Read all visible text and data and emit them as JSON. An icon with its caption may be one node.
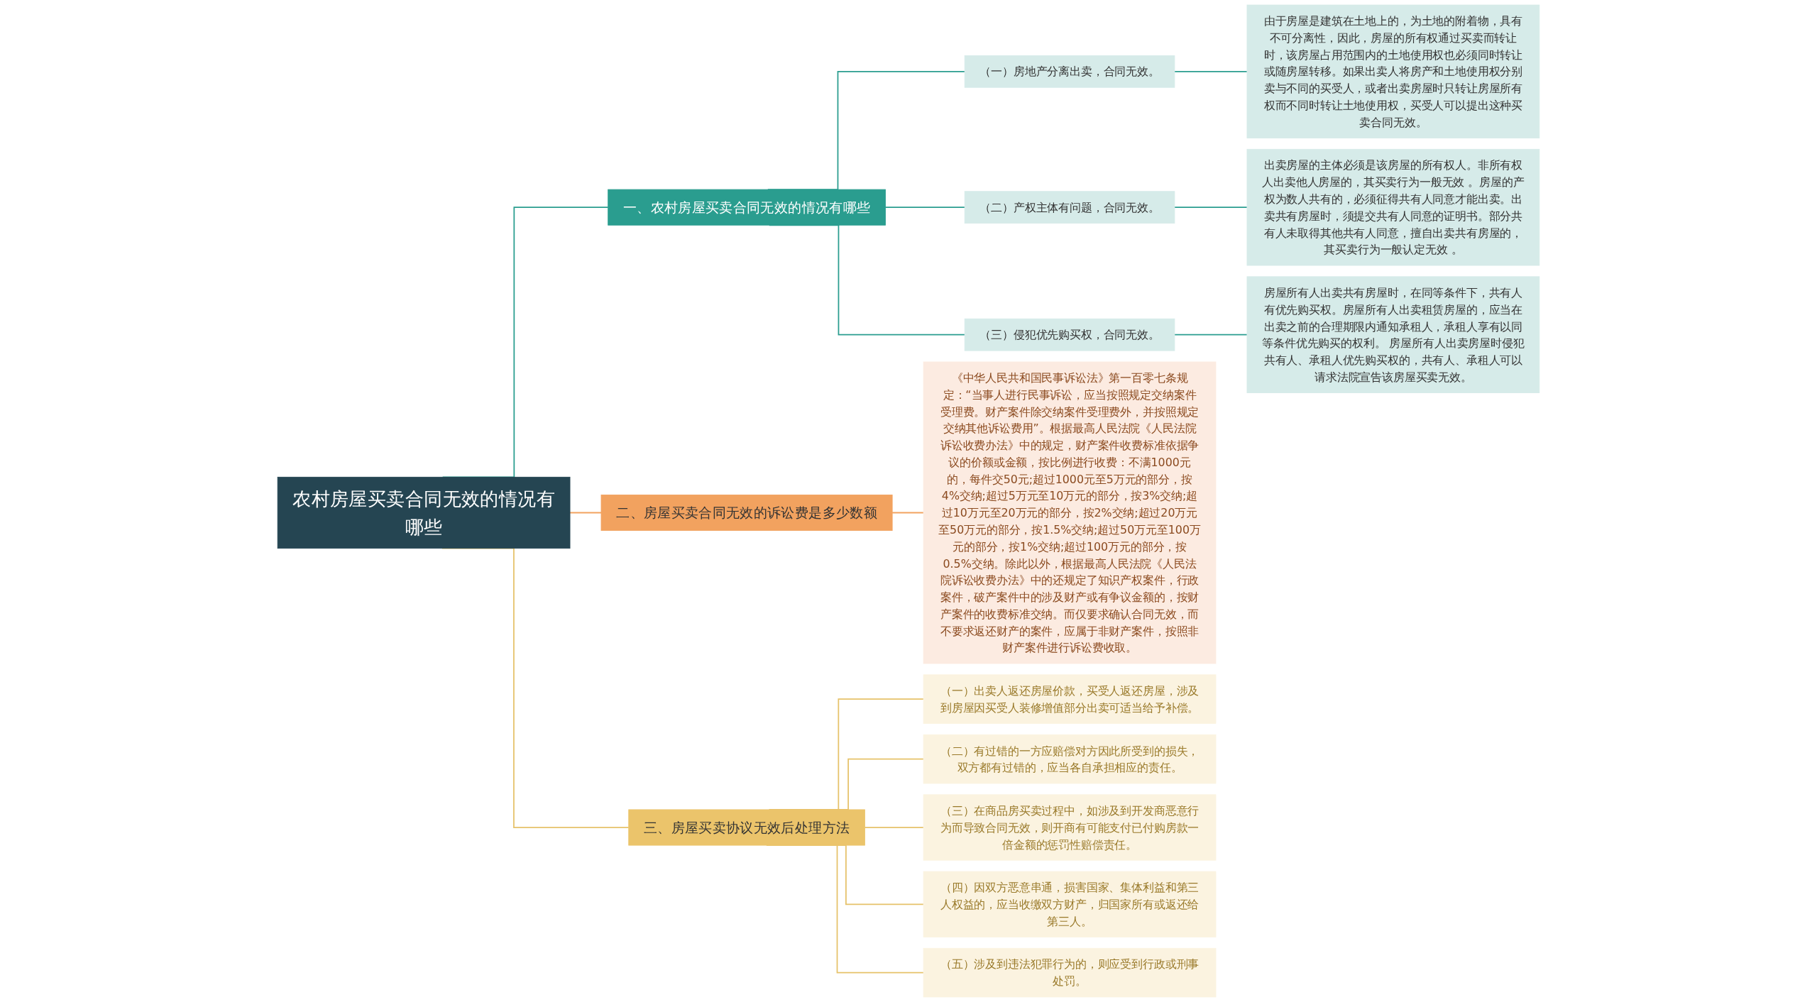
{
  "diagram": {
    "nodes": [
      {
        "text": [
          "农村房屋买卖合同无效的情况有哪些"
        ]
      },
      {
        "text": [
          "一、农村房屋买卖合同无效的情况有哪些"
        ]
      },
      {
        "text": [
          "（一）房地产分离出卖，合同无效。"
        ]
      },
      {
        "text": [
          "由于房屋是建筑在土地上的，为土地的附着物，具有不可分离性，因此，房屋的所有权通过买卖而转让时，该房屋占用范围内的土地使用权也必须同时转让或随房屋转移。如果出卖人将房产和土地使用权分别卖与不同的买受人，或者出卖房屋时只转让房屋所有权而不同时转让土地使用权，买受人可以提出这种买卖合同无效。"
        ]
      },
      {
        "text": [
          "（二）产权主体有问题，合同无效。"
        ]
      },
      {
        "text": [
          "出卖房屋的主体必须是该房屋的所有权人。非所有权人出卖他人房屋的，其买卖行为一般无效 。房屋的产权为数人共有的，必须征得共有人同意才能出卖。出卖共有房屋时，须提交共有人同意的证明书。部分共有人未取得其他共有人同意，擅自出卖共有房屋的，其买卖行为一般认定无效 。"
        ]
      },
      {
        "text": [
          "（三）侵犯优先购买权，合同无效。"
        ]
      },
      {
        "text": [
          "房屋所有人出卖共有房屋时，在同等条件下，共有人有优先购买权。房屋所有人出卖租赁房屋的，应当在出卖之前的合理期限内通知承租人，承租人享有以同等条件优先购买的权利。 房屋所有人出卖房屋时侵犯共有人、承租人优先购买权的，共有人、承租人可以请求法院宣告该房屋买卖无效。"
        ]
      },
      {
        "text": [
          "二、房屋买卖合同无效的诉讼费是多少数额"
        ]
      },
      {
        "text": [
          "《中华人民共和国民事诉讼法》第一百零七条规定：“当事人进行民事诉讼，应当按照规定交纳案件受理费。财产案件除交纳案件受理费外，并按照规定交纳其他诉讼费用”。根据最高人民法院《人民法院诉讼收费办法》中的规定，财产案件收费标准依据争议的价额或金额，按比例进行收费：不满1000元的，每件交50元;超过1000元至5万元的部分，按4%交纳;超过5万元至10万元的部分，按3%交纳;超过10万元至20万元的部分，按2%交纳;超过20万元至50万元的部分，按1.5%交纳;超过50万元至100万元的部分，按1%交纳;超过100万元的部分，按0.5%交纳。除此以外，根据最高人民法院《人民法院诉讼收费办法》中的还规定了知识产权案件，行政案件，破产案件中的涉及财产或有争议金额的，按财产案件的收费标准交纳。而仅要求确认合同无效，而不要求返还财产的案件，应属于非财产案件，按照非财产案件进行诉讼费收取。"
        ]
      },
      {
        "text": [
          "三、房屋买卖协议无效后处理方法"
        ]
      },
      {
        "text": [
          "（一）出卖人返还房屋价款，买受人返还房屋，涉及到房屋因买受人装修增值部分出卖可适当给予补偿。"
        ]
      },
      {
        "text": [
          "（二）有过错的一方应赔偿对方因此所受到的损失，双方都有过错的，应当各自承担相应的责任。"
        ]
      },
      {
        "text": [
          "（三）在商品房买卖过程中，如涉及到开发商恶意行为而导致合同无效，则开商有可能支付已付购房款一倍金额的惩罚性赔偿责任。"
        ]
      },
      {
        "text": [
          "（四）因双方恶意串通，损害国家、集体利益和第三人权益的，应当收缴双方财产，归国家所有或返还给第三人。"
        ]
      },
      {
        "text": [
          "（五）涉及到违法犯罪行为的，则应受到行政或刑事处罚。"
        ]
      }
    ],
    "edges": [
      {
        "from": 0,
        "to": 1,
        "arrow": "none"
      },
      {
        "from": 1,
        "to": 2,
        "arrow": "none"
      },
      {
        "from": 2,
        "to": 3,
        "arrow": "none"
      },
      {
        "from": 1,
        "to": 4,
        "arrow": "none"
      },
      {
        "from": 4,
        "to": 5,
        "arrow": "none"
      },
      {
        "from": 1,
        "to": 6,
        "arrow": "none"
      },
      {
        "from": 6,
        "to": 7,
        "arrow": "none"
      },
      {
        "from": 0,
        "to": 8,
        "arrow": "none",
        "color": "#f2a25f"
      },
      {
        "from": 8,
        "to": 9,
        "arrow": "none",
        "color": "#f2a25f"
      },
      {
        "from": 0,
        "to": 10,
        "arrow": "none",
        "color": "#e6c26a"
      },
      {
        "from": 10,
        "to": 11,
        "arrow": "none",
        "color": "#e6c26a"
      },
      {
        "from": 10,
        "to": 12,
        "arrow": "none",
        "color": "#e6c26a"
      },
      {
        "from": 10,
        "to": 13,
        "arrow": "none",
        "color": "#e6c26a"
      },
      {
        "from": 10,
        "to": 14,
        "arrow": "none",
        "color": "#e6c26a"
      },
      {
        "from": 10,
        "to": 15,
        "arrow": "none",
        "color": "#e6c26a"
      }
    ]
  }
}
